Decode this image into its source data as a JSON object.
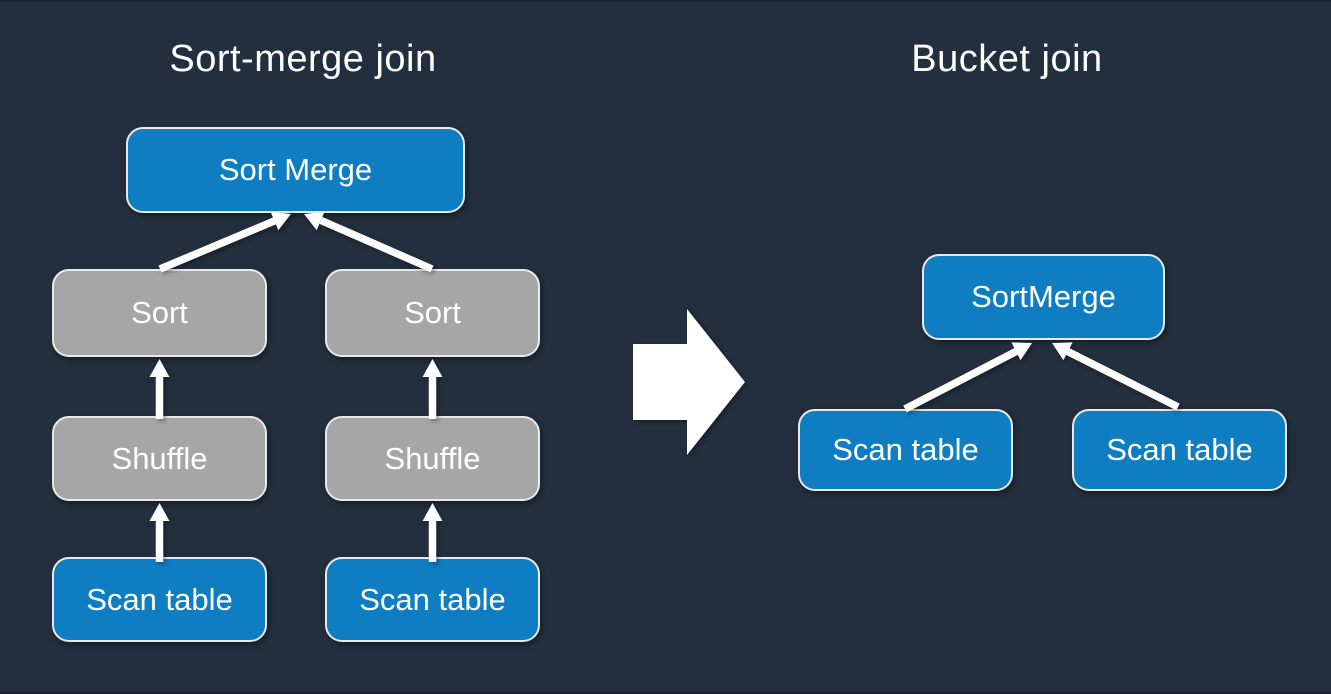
{
  "colors": {
    "background": "#232F3E",
    "blue": "#0E7DC2",
    "gray": "#A6A6A6",
    "node_border": "#E9E9E9",
    "text": "#FFFFFF",
    "arrow": "#FFFFFF"
  },
  "left_diagram": {
    "title": "Sort-merge join",
    "nodes": {
      "root": "Sort Merge",
      "sort_left": "Sort",
      "sort_right": "Sort",
      "shuffle_left": "Shuffle",
      "shuffle_right": "Shuffle",
      "scan_left": "Scan table",
      "scan_right": "Scan table"
    }
  },
  "right_diagram": {
    "title": "Bucket join",
    "nodes": {
      "root": "SortMerge",
      "scan_left": "Scan table",
      "scan_right": "Scan table"
    }
  },
  "icons": {
    "transform_arrow": "right-block-arrow"
  }
}
